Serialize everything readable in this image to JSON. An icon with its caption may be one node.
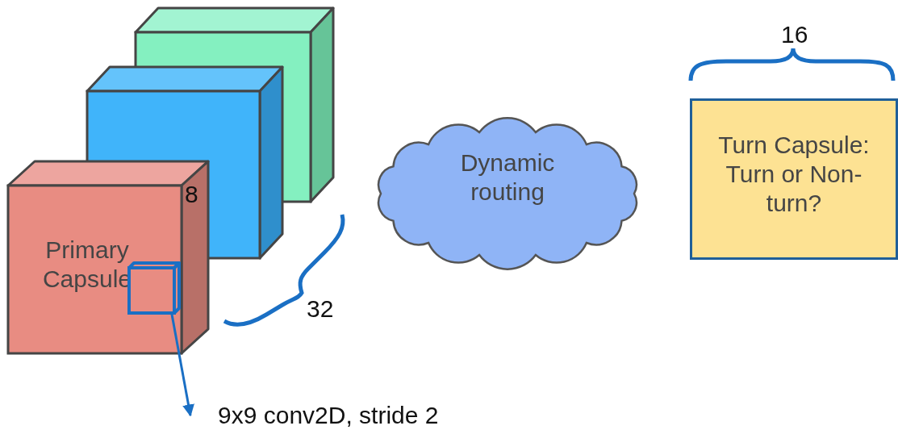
{
  "diagram": {
    "nodes": [
      {
        "text": [],
        "shape": "box"
      },
      {
        "text": [],
        "shape": "box"
      },
      {
        "text": [
          "Primary Capsule"
        ]
      },
      {
        "text": [],
        "shape": "box",
        "in": 2
      },
      {
        "text": [
          "Dynamic routing"
        ]
      },
      {
        "text": [
          "Turn Capsule: Turn or Non-turn?"
        ]
      },
      {
        "text": [
          "9x9 conv2D, stride 2"
        ]
      }
    ],
    "edges": [
      {
        "from": 3,
        "to": 6,
        "arrow": "to"
      }
    ],
    "labels": [
      "16",
      "8",
      "32"
    ]
  }
}
